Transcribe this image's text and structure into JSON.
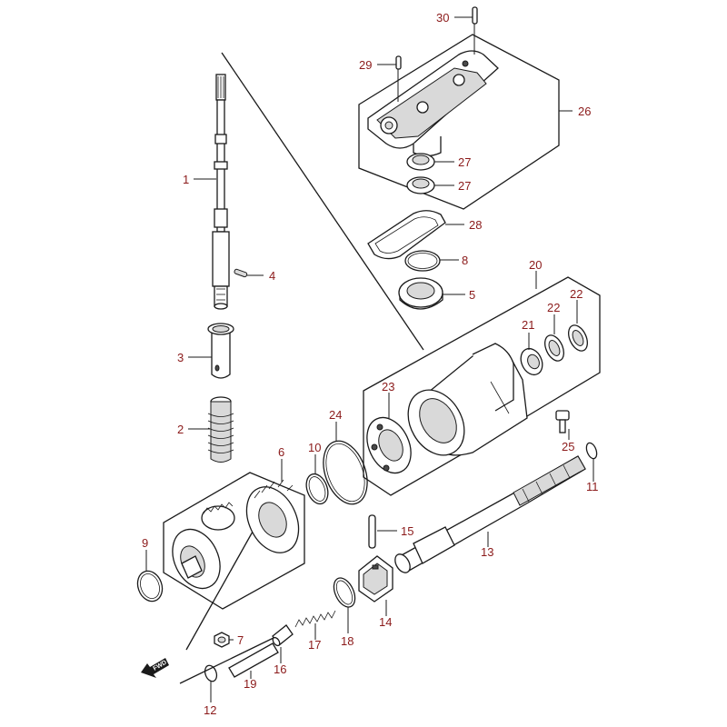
{
  "diagram": {
    "callouts": [
      {
        "id": "c1",
        "label": "1"
      },
      {
        "id": "c2",
        "label": "2"
      },
      {
        "id": "c3",
        "label": "3"
      },
      {
        "id": "c4",
        "label": "4"
      },
      {
        "id": "c5",
        "label": "5"
      },
      {
        "id": "c6",
        "label": "6"
      },
      {
        "id": "c7",
        "label": "7"
      },
      {
        "id": "c8",
        "label": "8"
      },
      {
        "id": "c9",
        "label": "9"
      },
      {
        "id": "c10",
        "label": "10"
      },
      {
        "id": "c11",
        "label": "11"
      },
      {
        "id": "c12",
        "label": "12"
      },
      {
        "id": "c13",
        "label": "13"
      },
      {
        "id": "c14",
        "label": "14"
      },
      {
        "id": "c15",
        "label": "15"
      },
      {
        "id": "c16",
        "label": "16"
      },
      {
        "id": "c17",
        "label": "17"
      },
      {
        "id": "c18",
        "label": "18"
      },
      {
        "id": "c19",
        "label": "19"
      },
      {
        "id": "c20",
        "label": "20"
      },
      {
        "id": "c21",
        "label": "21"
      },
      {
        "id": "c22a",
        "label": "22"
      },
      {
        "id": "c22b",
        "label": "22"
      },
      {
        "id": "c23",
        "label": "23"
      },
      {
        "id": "c24",
        "label": "24"
      },
      {
        "id": "c25",
        "label": "25"
      },
      {
        "id": "c26",
        "label": "26"
      },
      {
        "id": "c27a",
        "label": "27"
      },
      {
        "id": "c27b",
        "label": "27"
      },
      {
        "id": "c28",
        "label": "28"
      },
      {
        "id": "c29",
        "label": "29"
      },
      {
        "id": "c30",
        "label": "30"
      }
    ],
    "fwd_marker": "FWD",
    "colors": {
      "callout": "#8b1a1a",
      "line": "#1a1a1a"
    }
  }
}
